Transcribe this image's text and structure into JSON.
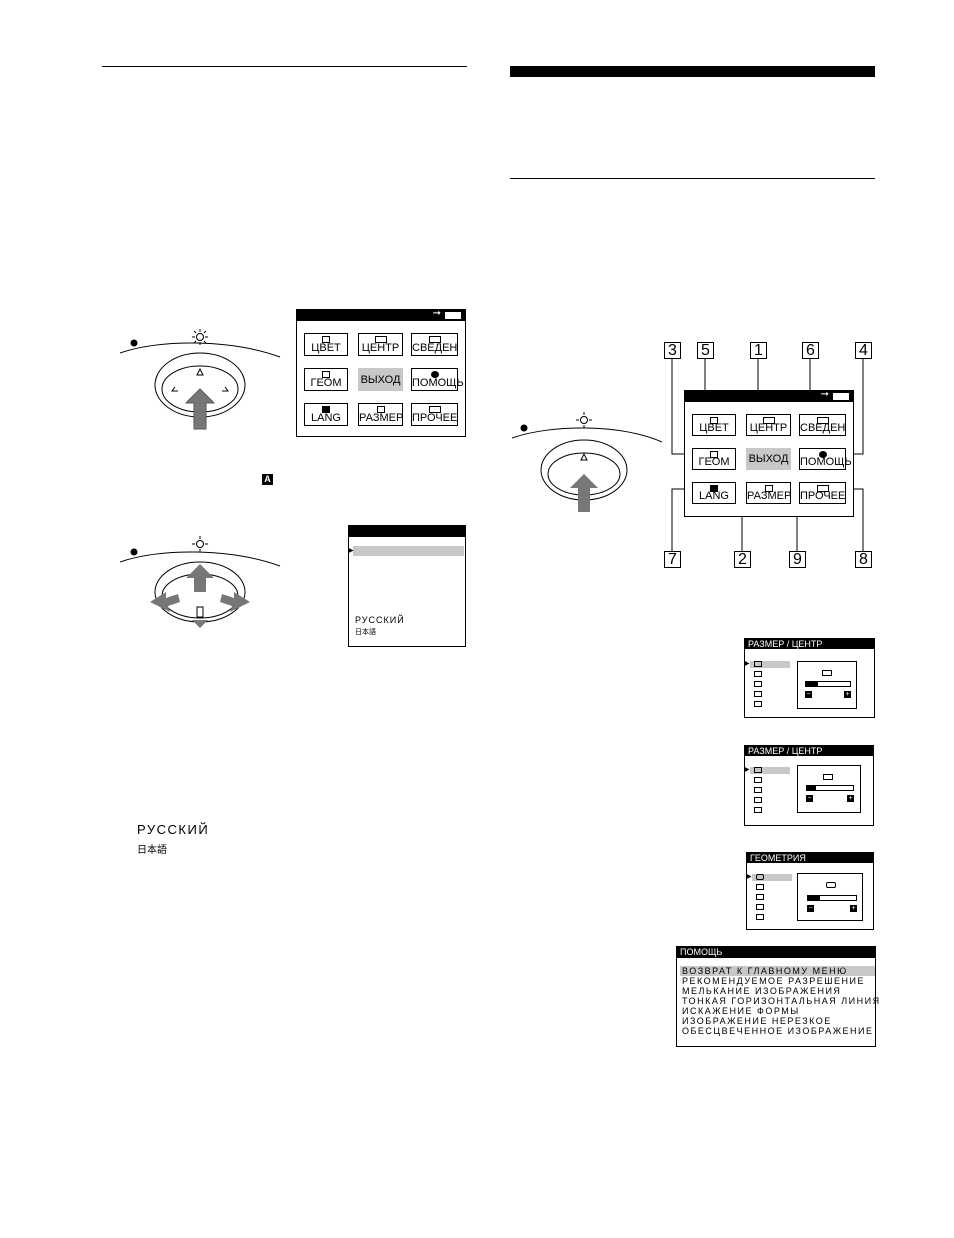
{
  "main_menu": {
    "tiles": [
      {
        "id": "color",
        "label": "ЦВЕТ"
      },
      {
        "id": "center",
        "label": "ЦЕНТР"
      },
      {
        "id": "conv",
        "label": "СВЕДЕН"
      },
      {
        "id": "geom",
        "label": "ГЕОМ"
      },
      {
        "id": "exit",
        "label": "ВЫХОД"
      },
      {
        "id": "help",
        "label": "ПОМОЩЬ"
      },
      {
        "id": "lang",
        "label": "LANG"
      },
      {
        "id": "size",
        "label": "РАЗМЕР"
      },
      {
        "id": "other",
        "label": "ПРОЧЕЕ"
      }
    ]
  },
  "language_menu": {
    "russian": "РУССКИЙ",
    "japanese": "日本語"
  },
  "lang_icon_glyph": "A",
  "language_text": {
    "russian": "РУССКИЙ",
    "japanese": "日本語"
  },
  "callouts": {
    "top": [
      "3",
      "5",
      "1",
      "6",
      "4"
    ],
    "bottom": [
      "7",
      "2",
      "9",
      "8"
    ]
  },
  "size_center_menu_1": {
    "title": "РАЗМЕР / ЦЕНТР",
    "level": 0.28
  },
  "size_center_menu_2": {
    "title": "РАЗМЕР / ЦЕНТР",
    "level": 0.2
  },
  "geometry_menu": {
    "title": "ГЕОМЕТРИЯ",
    "level": 0.25
  },
  "help_menu": {
    "title": "ПОМОЩЬ",
    "items": [
      "ВОЗВРАТ К ГЛАВНОМУ МЕНЮ",
      "РЕКОМЕНДУЕМОЕ РАЗРЕШЕНИЕ",
      "МЕЛЬКАНИЕ ИЗОБРАЖЕНИЯ",
      "ТОНКАЯ ГОРИЗОНТАЛЬНАЯ ЛИНИЯ",
      "ИСКАЖЕНИЕ ФОРМЫ",
      "ИЗОБРАЖЕНИЕ НЕРЕЗКОЕ",
      "ОБЕСЦВЕЧЕННОЕ ИЗОБРАЖЕНИЕ"
    ]
  },
  "colors": {
    "highlight": "#c8c8c8",
    "ink": "#000000",
    "arrow": "#777777"
  }
}
